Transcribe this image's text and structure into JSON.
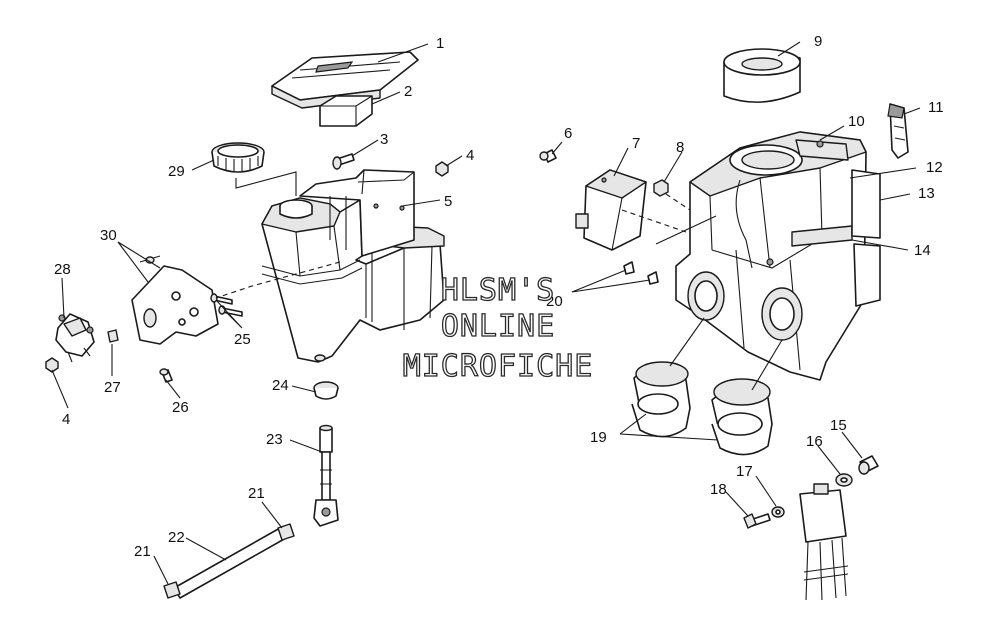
{
  "watermark": {
    "line1": "HLSM'S",
    "line2": "ONLINE",
    "line3": "MICROFICHE"
  },
  "callouts": [
    {
      "id": "c1",
      "label": "1"
    },
    {
      "id": "c2",
      "label": "2"
    },
    {
      "id": "c3",
      "label": "3"
    },
    {
      "id": "c4a",
      "label": "4"
    },
    {
      "id": "c4b",
      "label": "4"
    },
    {
      "id": "c5",
      "label": "5"
    },
    {
      "id": "c6",
      "label": "6"
    },
    {
      "id": "c7",
      "label": "7"
    },
    {
      "id": "c8",
      "label": "8"
    },
    {
      "id": "c9",
      "label": "9"
    },
    {
      "id": "c10",
      "label": "10"
    },
    {
      "id": "c11",
      "label": "11"
    },
    {
      "id": "c12",
      "label": "12"
    },
    {
      "id": "c13",
      "label": "13"
    },
    {
      "id": "c14",
      "label": "14"
    },
    {
      "id": "c15",
      "label": "15"
    },
    {
      "id": "c16",
      "label": "16"
    },
    {
      "id": "c17",
      "label": "17"
    },
    {
      "id": "c18",
      "label": "18"
    },
    {
      "id": "c19",
      "label": "19"
    },
    {
      "id": "c20",
      "label": "20"
    },
    {
      "id": "c21a",
      "label": "21"
    },
    {
      "id": "c21b",
      "label": "21"
    },
    {
      "id": "c22",
      "label": "22"
    },
    {
      "id": "c23",
      "label": "23"
    },
    {
      "id": "c24",
      "label": "24"
    },
    {
      "id": "c25",
      "label": "25"
    },
    {
      "id": "c26",
      "label": "26"
    },
    {
      "id": "c27",
      "label": "27"
    },
    {
      "id": "c28",
      "label": "28"
    },
    {
      "id": "c29",
      "label": "29"
    },
    {
      "id": "c30",
      "label": "30"
    }
  ]
}
